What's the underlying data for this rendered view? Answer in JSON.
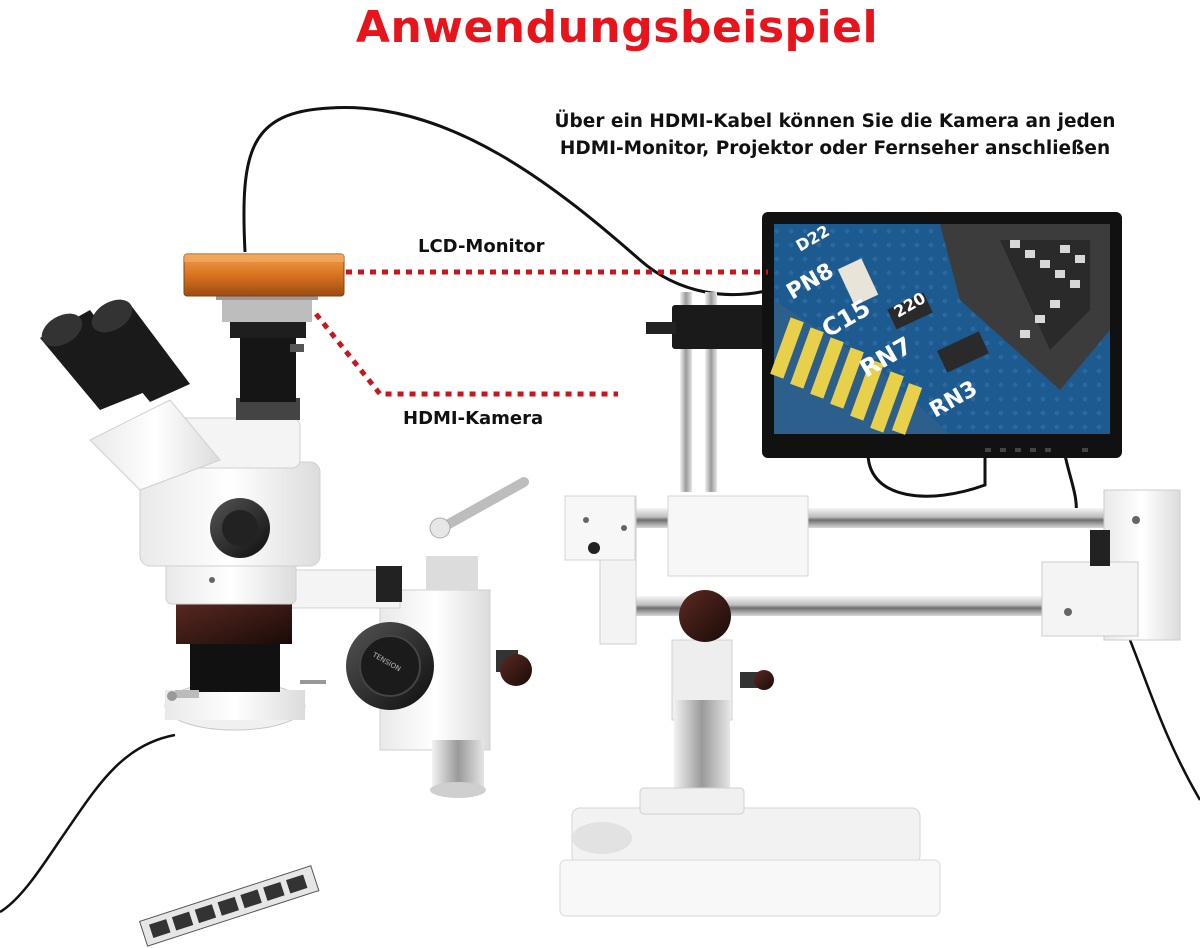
{
  "header": {
    "title": "Anwendungsbeispiel",
    "subtitle_line1": "Über ein HDMI-Kabel können Sie die Kamera an jeden",
    "subtitle_line2": "HDMI-Monitor, Projektor oder Fernseher anschließen"
  },
  "callouts": {
    "lcd_monitor": "LCD-Monitor",
    "hdmi_camera": "HDMI-Kamera"
  },
  "colors": {
    "title": "#e8141c",
    "callout_dots": "#c8161d",
    "camera_body": "#d9731f",
    "pcb_blue": "#1d5a8f",
    "pcb_pad": "#e8d04a"
  },
  "screen": {
    "silkscreen": [
      "PN8",
      "C15",
      "RN7",
      "RN3",
      "220",
      "D22"
    ]
  },
  "icons": {
    "camera": "hdmi-camera-icon",
    "monitor": "lcd-monitor-icon",
    "microscope": "stereo-microscope-icon",
    "memory_module": "memory-module-icon"
  }
}
